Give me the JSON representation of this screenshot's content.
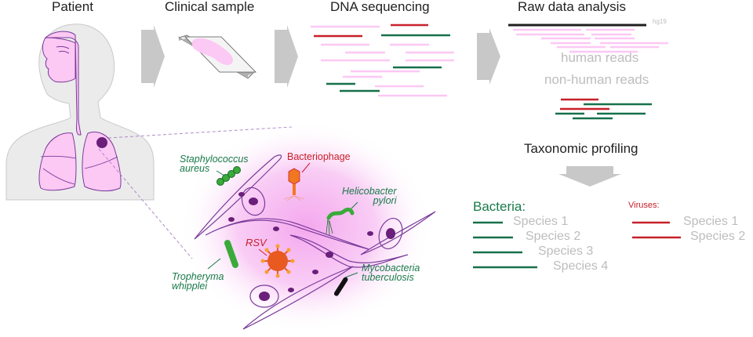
{
  "steps": {
    "patient": "Patient",
    "clinical_sample": "Clinical sample",
    "dna_sequencing": "DNA sequencing",
    "raw_data_analysis": "Raw data analysis",
    "taxonomic_profiling": "Taxonomic profiling"
  },
  "raw_data": {
    "reference_label": "hg19",
    "human_reads_label": "human reads",
    "non_human_reads_label": "non-human reads"
  },
  "microbes": {
    "staphylococcus": [
      "Staphylococcus",
      "aureus"
    ],
    "bacteriophage": "Bacteriophage",
    "helicobacter": [
      "Helicobacter",
      "pylori"
    ],
    "rsv": "RSV",
    "tropheryma": [
      "Tropheryma",
      "whipplei"
    ],
    "mycobacteria": [
      "Mycobacteria",
      "tuberculosis"
    ]
  },
  "profiling": {
    "bacteria_heading": "Bacteria:",
    "bacteria_species": [
      "Species 1",
      "Species 2",
      "Species 3",
      "Species 4"
    ],
    "viruses_heading": "Viruses:",
    "virus_species": [
      "Species 1",
      "Species 2"
    ]
  },
  "colors": {
    "human_read": "#fcc8f4",
    "bacterial_read": "#17704a",
    "viral_read": "#c8202a",
    "reference": "#1f1f1f",
    "arrow": "#c8c8c8",
    "tissue_cell": "#7a3a9a",
    "nucleus": "#6a1f7a"
  }
}
